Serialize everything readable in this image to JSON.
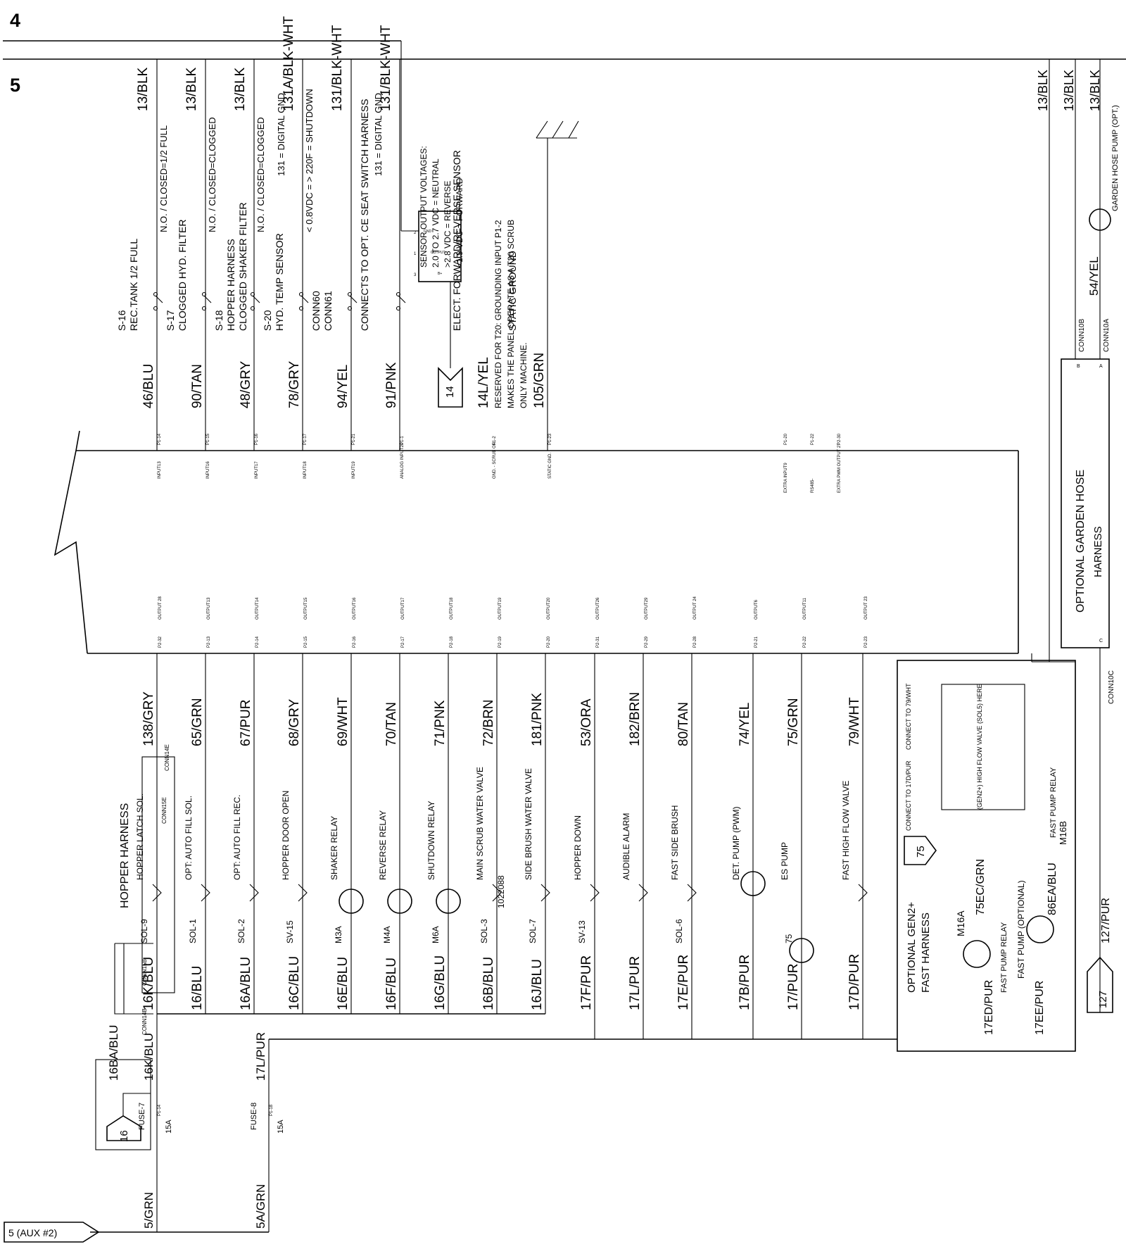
{
  "sections": {
    "top": "4",
    "main": "5"
  },
  "top_wire_labels": [
    {
      "id": "w1",
      "wire": "46/BLU",
      "desc": [
        "S-16",
        "REC.TANK 1/2 FULL"
      ],
      "state": "N.O. / CLOSED=1/2 FULL",
      "gnd": "13/BLK",
      "pin": "P1-14",
      "port": "INPUT13"
    },
    {
      "id": "w2",
      "wire": "90/TAN",
      "desc": [
        "S-17",
        "CLOGGED HYD. FILTER"
      ],
      "state": "N.O. / CLOSED=CLOGGED",
      "gnd": "13/BLK",
      "pin": "P1-15",
      "port": "INPUT16"
    },
    {
      "id": "w3",
      "wire": "48/GRY",
      "desc": [
        "S-18",
        "HOPPER HARNESS",
        "CLOGGED SHAKER FILTER"
      ],
      "state": "N.O. / CLOSED=CLOGGED",
      "gnd": "13/BLK",
      "pin": "P1-16",
      "port": "INPUT17"
    },
    {
      "id": "w4",
      "wire": "78/GRY",
      "desc": [
        "S-20",
        "HYD. TEMP SENSOR"
      ],
      "state": "< 0.8VDC = > 220F = SHUTDOWN",
      "gnd": "131A/BLK-WHT",
      "extra": "131 = DIGITAL GND.",
      "pin": "P1-17",
      "port": "INPUT18"
    },
    {
      "id": "w5",
      "wire": "94/YEL",
      "desc": [
        "CONN60",
        "CONN61"
      ],
      "state": "",
      "gnd": "131/BLK-WHT",
      "pin": "P1-21",
      "port": "INPUT19"
    },
    {
      "id": "w6",
      "wire": "91/PNK",
      "desc": [
        "CONNECTS TO OPT. CE SEAT SWITCH HARNESS"
      ],
      "state": "",
      "gnd": "131/BLK-WHT",
      "extra": "131 = DIGITAL GND.",
      "pin": "P1-1",
      "port": "ANALOG INPUT20"
    },
    {
      "id": "w7",
      "wire": "14L/YEL",
      "desc": [
        "ELECT. FORWARD/REVERSE SENSOR"
      ],
      "state": "",
      "gnd": "",
      "pin": "P1-2",
      "port": "GND. - SCRUB ON."
    },
    {
      "id": "w8",
      "wire": "105/GRN",
      "desc": [
        "STATIC GROUND"
      ],
      "state": "",
      "gnd": "",
      "pin": "P1-23",
      "port": "STATIC GND."
    }
  ],
  "sensor_box": {
    "pins": [
      "GND",
      "OUTPUT",
      "B+"
    ],
    "nums": [
      "2",
      "1",
      "3"
    ],
    "connector": "14"
  },
  "sensor_voltages": [
    "SENSOR OUTPUT VOLTAGES:",
    "2.0 TO 2.7 VDC = NEUTRAL",
    ">2.8 VDC = REVERSE",
    "<1.9 VDC = FORWARD"
  ],
  "t20_note": [
    "RESERVED FOR T20: GROUNDING INPUT P1-2",
    "MAKES THE PANEL OPERATE AS A T20 SCRUB",
    "ONLY MACHINE."
  ],
  "right_inputs": [
    {
      "pin": "P1-20",
      "port": "EXTRA INPUT9"
    },
    {
      "pin": "P1-22",
      "port": "RS485-"
    },
    {
      "pin": "P2-30",
      "port": "EXTRA PWM OUTPUT 27"
    }
  ],
  "right_gnd_labels": [
    "13/BLK",
    "13/BLK",
    "13/BLK"
  ],
  "garden_hose": {
    "title": "OPTIONAL GARDEN HOSE",
    "subtitle": "HARNESS",
    "pump": "GARDEN HOSE PUMP (OPT.)",
    "wire": "54/YEL",
    "conns": [
      "CONN10B",
      "CONN10A",
      "CONN10C"
    ],
    "pin_letters": [
      "B",
      "A",
      "C"
    ]
  },
  "outputs": [
    {
      "id": "o1",
      "wire": "138/GRY",
      "pin": "P2-32",
      "port": "OUTPUT 28",
      "device": "HOPPER LATCH SOL.",
      "tag": "SOL-9",
      "ret": "16K/BLU"
    },
    {
      "id": "o2",
      "wire": "65/GRN",
      "pin": "P2-13",
      "port": "OUTPUT13",
      "device": "OPT: AUTO FILL SOL.",
      "tag": "SOL-1",
      "ret": "16/BLU"
    },
    {
      "id": "o3",
      "wire": "67/PUR",
      "pin": "P2-14",
      "port": "OUTPUT14",
      "device": "OPT: AUTO FILL REC.",
      "tag": "SOL-2",
      "ret": "16A/BLU"
    },
    {
      "id": "o4",
      "wire": "68/GRY",
      "pin": "P2-15",
      "port": "OUTPUT15",
      "device": "HOPPER DOOR OPEN",
      "tag": "SV-15",
      "ret": "16C/BLU"
    },
    {
      "id": "o5",
      "wire": "69/WHT",
      "pin": "P2-16",
      "port": "OUTPUT16",
      "device": "SHAKER RELAY",
      "tag": "M3A",
      "ret": "16E/BLU"
    },
    {
      "id": "o6",
      "wire": "70/TAN",
      "pin": "P2-17",
      "port": "OUTPUT17",
      "device": "REVERSE RELAY",
      "tag": "M4A",
      "ret": "16F/BLU"
    },
    {
      "id": "o7",
      "wire": "71/PNK",
      "pin": "P2-18",
      "port": "OUTPUT18",
      "device": "SHUTDOWN RELAY",
      "tag": "M6A",
      "ret": "16G/BLU"
    },
    {
      "id": "o8",
      "wire": "72/BRN",
      "pin": "P2-19",
      "port": "OUTPUT19",
      "device": "MAIN SCRUB WATER VALVE",
      "tag": "SOL-3",
      "extra": "1022088",
      "ret": "16B/BLU"
    },
    {
      "id": "o9",
      "wire": "181/PNK",
      "pin": "P2-20",
      "port": "OUTPUT20",
      "device": "SIDE BRUSH WATER VALVE",
      "tag": "SOL-7",
      "ret": "16J/BLU"
    },
    {
      "id": "o10",
      "wire": "53/ORA",
      "pin": "P2-31",
      "port": "OUTPUT26",
      "device": "HOPPER DOWN",
      "tag": "SV-13",
      "ret": "17F/PUR"
    },
    {
      "id": "o11",
      "wire": "182/BRN",
      "pin": "P2-29",
      "port": "OUTPUT29",
      "device": "AUDIBLE ALARM",
      "tag": "",
      "ret": "17L/PUR"
    },
    {
      "id": "o12",
      "wire": "80/TAN",
      "pin": "P2-28",
      "port": "OUTPUT 24",
      "device": "FAST SIDE BRUSH",
      "tag": "SOL-6",
      "ret": "17E/PUR"
    },
    {
      "id": "o13",
      "wire": "74/YEL",
      "pin": "P2-21",
      "port": "OUTPUT6",
      "device": "DET. PUMP (PWM)",
      "tag": "",
      "ret": "17B/PUR"
    },
    {
      "id": "o14",
      "wire": "75/GRN",
      "pin": "P2-22",
      "port": "OUTPUT11",
      "device": "ES PUMP",
      "tag": "75",
      "ret": "17/PUR"
    },
    {
      "id": "o15",
      "wire": "79/WHT",
      "pin": "P2-23",
      "port": "OUTPUT 23",
      "device": "FAST HIGH FLOW VALVE",
      "tag": "",
      "ret": "17D/PUR"
    }
  ],
  "hopper_harness": {
    "title": "HOPPER HARNESS",
    "conns": [
      "CONN14E",
      "CONN15E",
      "CONN15B",
      "CONN14B"
    ]
  },
  "gen2": {
    "title": [
      "OPTIONAL GEN2+",
      "FAST HARNESS"
    ],
    "relay": "M16A",
    "relay_label": "FAST PUMP RELAY",
    "pump_label": "FAST PUMP (OPTIONAL)",
    "relay2": "M16B",
    "relay2_label": "FAST PUMP RELAY",
    "wires": [
      "75EC/GRN",
      "17ED/PUR",
      "17EE/PUR",
      "86EA/BLU",
      "127/PUR"
    ],
    "notes": [
      "CONNECT TO 79/WHT",
      "CONNECT TO 17D/PUR",
      "(GEN2+) HIGH FLOW VALVE (SOL5) HERE"
    ],
    "tag": "75",
    "out_conn": "127"
  },
  "fuses": [
    {
      "name": "FUSE-7",
      "rating": "15A",
      "pin": "P1-14",
      "in": "5/GRN",
      "out": "16K/BLU",
      "aux": "16BA/BLU",
      "conn": "16"
    },
    {
      "name": "FUSE-8",
      "rating": "15A",
      "pin": "P1-18",
      "in": "5A/GRN",
      "out": "17L/PUR"
    }
  ],
  "aux_connector": "5 (AUX #2)"
}
